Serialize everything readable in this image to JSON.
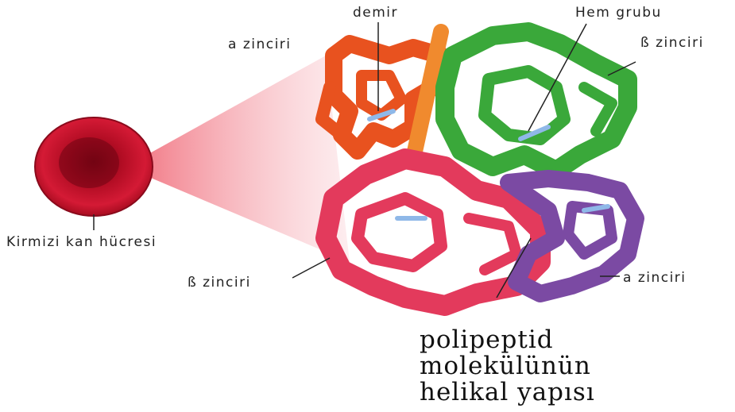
{
  "labels": {
    "iron": "demir",
    "heme_group": "Hem grubu",
    "alpha_chain_top": "a zinciri",
    "beta_chain_top": "ß zinciri",
    "red_blood_cell": "Kirmizi kan hücresi",
    "beta_chain_bottom": "ß zinciri",
    "alpha_chain_bottom": "a zinciri"
  },
  "caption": {
    "line1": "polipeptid",
    "line2": "molekülünün",
    "line3": "helikal yapısı"
  },
  "colors": {
    "alpha_chain_top": "#e8521f",
    "beta_chain_top": "#3aa83a",
    "beta_chain_bottom": "#e33a5c",
    "alpha_chain_bottom": "#7b4aa3",
    "red_blood_cell": "#c4122b",
    "heme": "#8fb8e8"
  }
}
